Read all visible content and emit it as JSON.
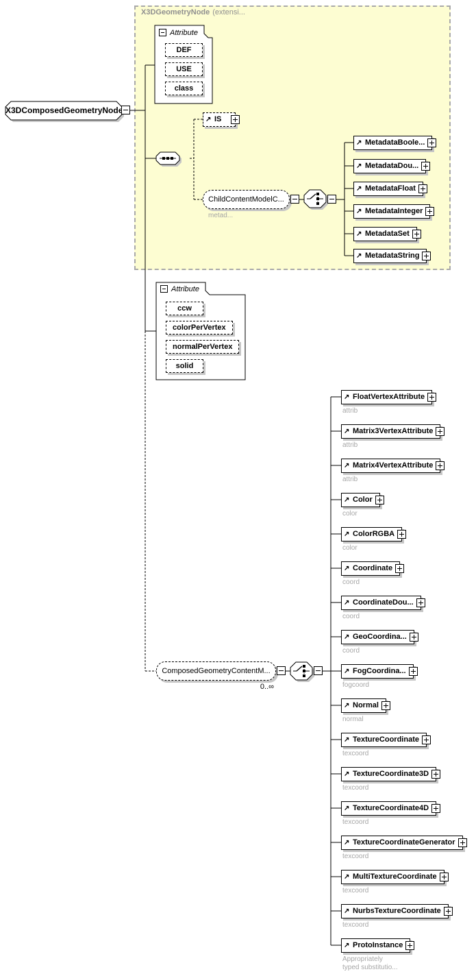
{
  "root": {
    "label": "X3DComposedGeometryNode"
  },
  "panel": {
    "title_name": "X3DGeometryNode",
    "title_suffix": "(extensi...",
    "attributes_header": "Attribute",
    "attributes": [
      "DEF",
      "USE",
      "class"
    ],
    "is_label": "IS",
    "child_content_model": {
      "label": "ChildContentModelC...",
      "annotation": "metad..."
    },
    "metadata_children": [
      {
        "label": "MetadataBoole..."
      },
      {
        "label": "MetadataDou..."
      },
      {
        "label": "MetadataFloat"
      },
      {
        "label": "MetadataInteger"
      },
      {
        "label": "MetadataSet"
      },
      {
        "label": "MetadataString"
      }
    ]
  },
  "own_attributes": {
    "header": "Attribute",
    "items": [
      "ccw",
      "colorPerVertex",
      "normalPerVertex",
      "solid"
    ]
  },
  "content_model": {
    "label": "ComposedGeometryContentM...",
    "occurrence": "0..∞"
  },
  "children": [
    {
      "label": "FloatVertexAttribute",
      "annotation": "attrib"
    },
    {
      "label": "Matrix3VertexAttribute",
      "annotation": "attrib"
    },
    {
      "label": "Matrix4VertexAttribute",
      "annotation": "attrib"
    },
    {
      "label": "Color",
      "annotation": "color"
    },
    {
      "label": "ColorRGBA",
      "annotation": "color"
    },
    {
      "label": "Coordinate",
      "annotation": "coord"
    },
    {
      "label": "CoordinateDou...",
      "annotation": "coord"
    },
    {
      "label": "GeoCoordina...",
      "annotation": "coord"
    },
    {
      "label": "FogCoordina...",
      "annotation": "fogcoord"
    },
    {
      "label": "Normal",
      "annotation": "normal"
    },
    {
      "label": "TextureCoordinate",
      "annotation": "texcoord"
    },
    {
      "label": "TextureCoordinate3D",
      "annotation": "texcoord"
    },
    {
      "label": "TextureCoordinate4D",
      "annotation": "texcoord"
    },
    {
      "label": "TextureCoordinateGenerator",
      "annotation": "texcoord"
    },
    {
      "label": "MultiTextureCoordinate",
      "annotation": "texcoord"
    },
    {
      "label": "NurbsTextureCoordinate",
      "annotation": "texcoord"
    },
    {
      "label": "ProtoInstance",
      "annotation": "Appropriately\ntyped substitutio..."
    }
  ],
  "icons": {
    "substitution_arrow": "↗"
  },
  "colors": {
    "panel_bg": "#fdfdd2",
    "panel_border": "#a9a9a9",
    "box_shadow": "#c6c6c6",
    "annotation_text": "#a6a6a6",
    "panel_title_text": "#8f8f8f"
  }
}
